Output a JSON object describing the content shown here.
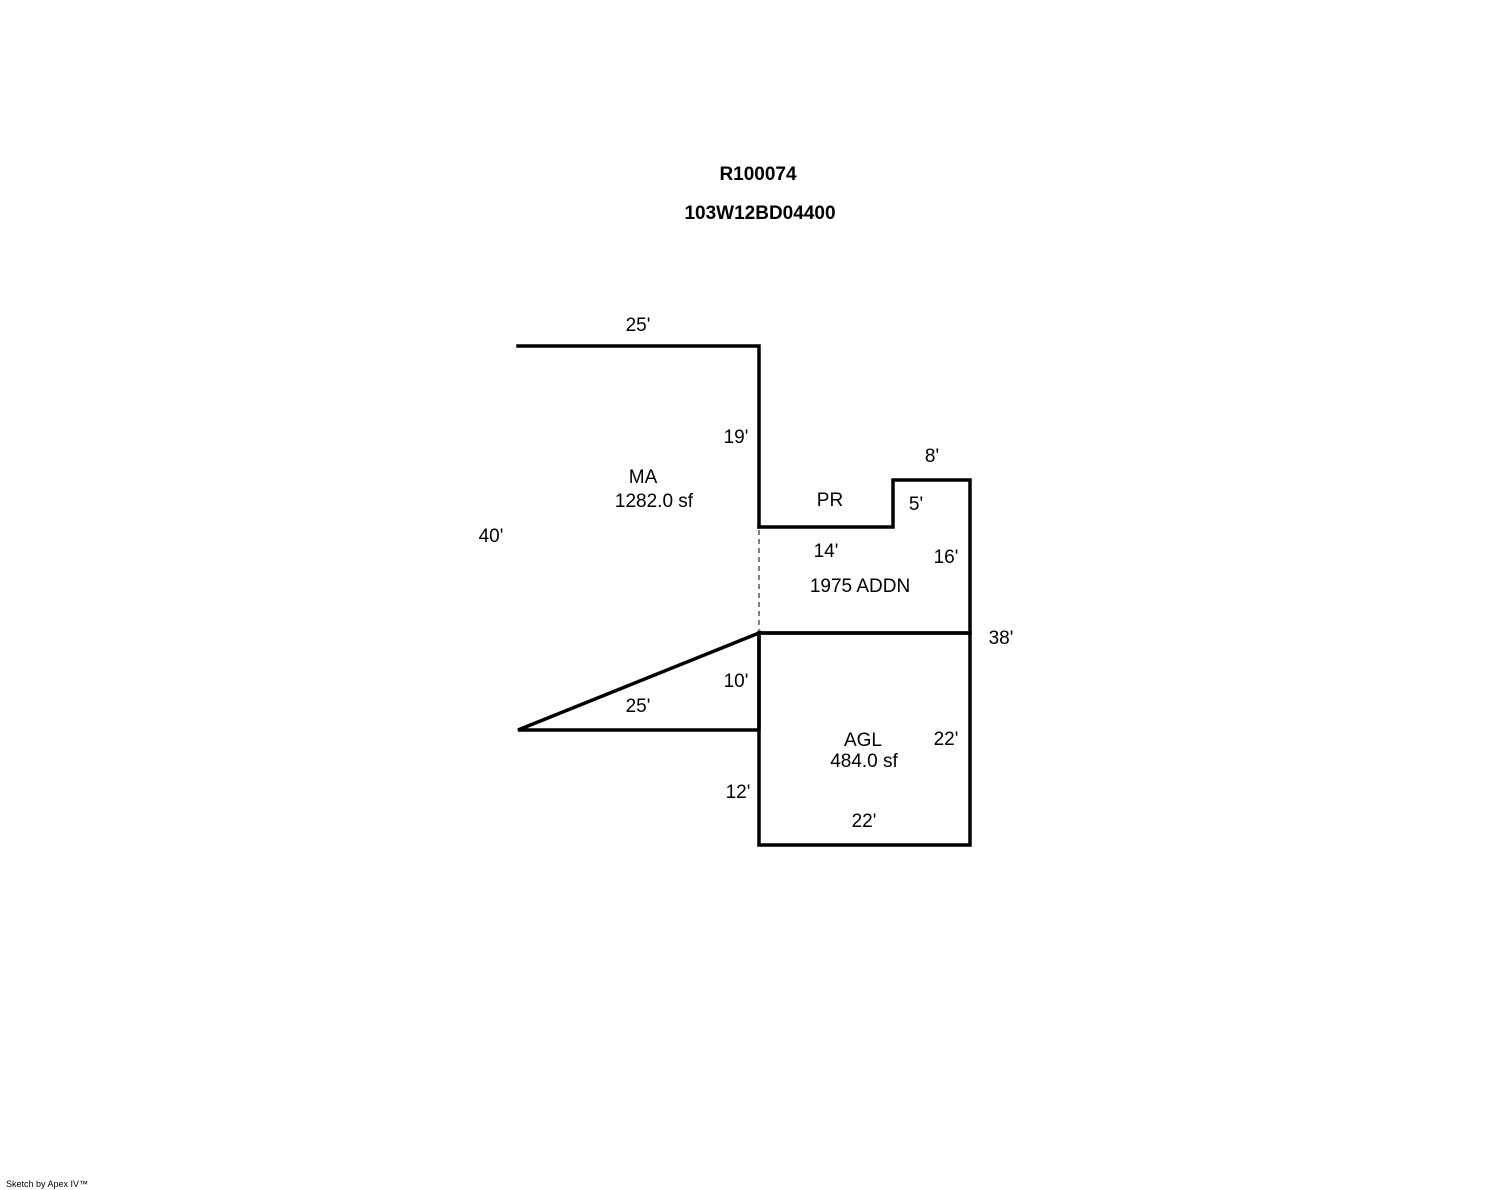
{
  "header": {
    "account": "R100074",
    "map_tax_lot": "103W12BD04400"
  },
  "areas": {
    "ma": {
      "code": "MA",
      "area": "1282.0 sf"
    },
    "pr": {
      "code": "PR"
    },
    "addn": {
      "name": "1975 ADDN"
    },
    "agl": {
      "code": "AGL",
      "area": "484.0 sf"
    }
  },
  "dimensions": {
    "ma_top": "25'",
    "ma_left": "40'",
    "ma_bottom": "25'",
    "ma_right_upper": "19'",
    "ma_right_lower": "10'",
    "pr_bottom": "14'",
    "notch_top": "8'",
    "notch_left": "5'",
    "addn_right": "16'",
    "overall_right": "38'",
    "agl_right": "22'",
    "agl_bottom": "22'",
    "agl_left": "12'"
  },
  "footer": {
    "credit": "Sketch by Apex IV™"
  }
}
